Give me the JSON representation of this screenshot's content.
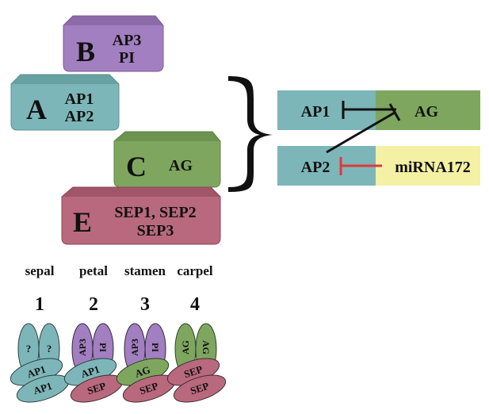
{
  "colors": {
    "purple": "#a27fc0",
    "purple_dark": "#7c5b96",
    "teal": "#7db6b9",
    "teal_dark": "#58908f",
    "green": "#7ea65f",
    "green_dark": "#5c8443",
    "rose": "#b9697d",
    "rose_dark": "#8c4758",
    "yellow": "#f4f0a4",
    "repress_black": "#111111",
    "repress_red": "#e0393c"
  },
  "blocks": {
    "b": {
      "letter": "B",
      "genes": [
        "AP3",
        "PI"
      ]
    },
    "a": {
      "letter": "A",
      "genes": [
        "AP1",
        "AP2"
      ]
    },
    "c": {
      "letter": "C",
      "genes": [
        "AG"
      ]
    },
    "e": {
      "letter": "E",
      "genes": [
        "SEP1, SEP2",
        "SEP3"
      ]
    }
  },
  "regulation": {
    "ap1": "AP1",
    "ag": "AG",
    "ap2": "AP2",
    "mirna": "miRNA172"
  },
  "organs": [
    {
      "name": "sepal",
      "number": "1",
      "top": [
        "?",
        "?"
      ],
      "bottom": [
        "AP1",
        "AP1"
      ]
    },
    {
      "name": "petal",
      "number": "2",
      "top": [
        "AP3",
        "PI"
      ],
      "bottom": [
        "AP1",
        "SEP"
      ]
    },
    {
      "name": "stamen",
      "number": "3",
      "top": [
        "AP3",
        "PI"
      ],
      "bottom": [
        "AG",
        "SEP"
      ]
    },
    {
      "name": "carpel",
      "number": "4",
      "top": [
        "AG",
        "AG"
      ],
      "bottom": [
        "SEP",
        "SEP"
      ]
    }
  ]
}
